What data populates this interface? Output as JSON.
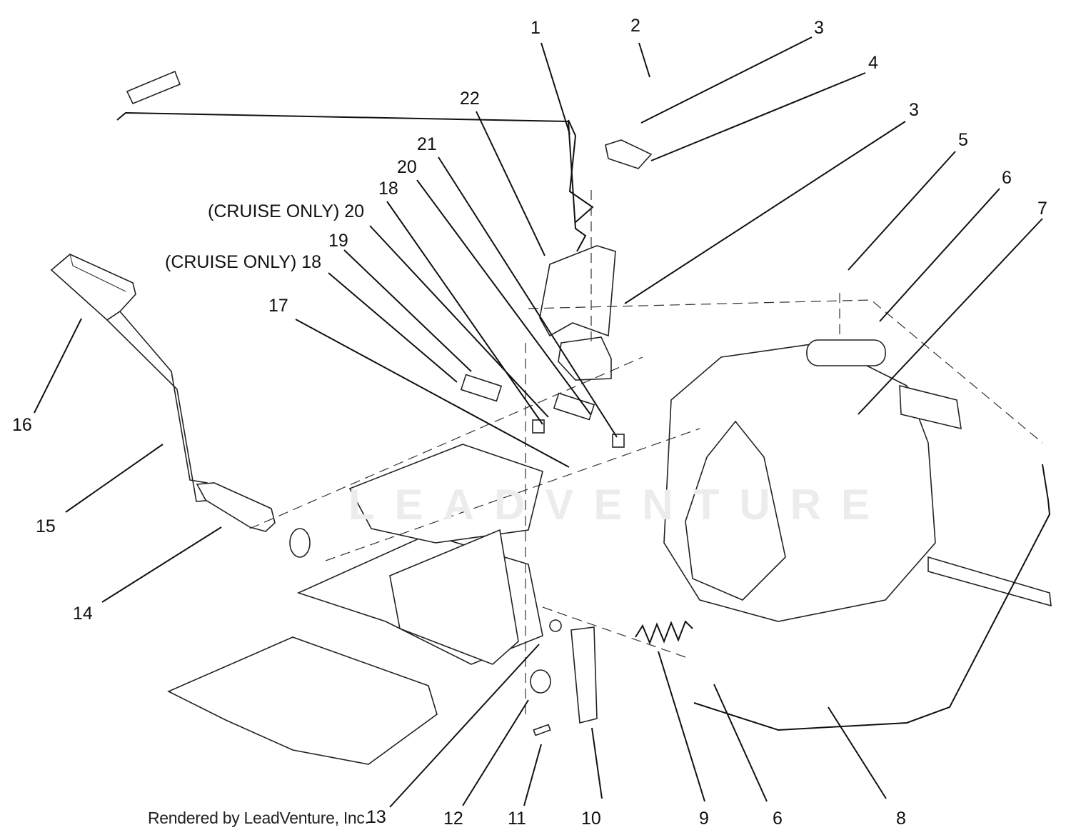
{
  "callouts": {
    "c1": "1",
    "c2": "2",
    "c3a": "3",
    "c4": "4",
    "c3b": "3",
    "c5": "5",
    "c6a": "6",
    "c7": "7",
    "c22": "22",
    "c21": "21",
    "c20a": "20",
    "c18a": "18",
    "c20b": "(CRUISE ONLY) 20",
    "c19": "19",
    "c18b": "(CRUISE ONLY) 18",
    "c17": "17",
    "c16": "16",
    "c15": "15",
    "c14": "14",
    "c13": "13",
    "c12": "12",
    "c11": "11",
    "c10": "10",
    "c9": "9",
    "c6b": "6",
    "c8": "8"
  },
  "credit": "Rendered by LeadVenture, Inc.",
  "watermark": "LEADVENTURE",
  "colors": {
    "line": "#111111",
    "background": "#ffffff",
    "watermark": "#ececec"
  }
}
